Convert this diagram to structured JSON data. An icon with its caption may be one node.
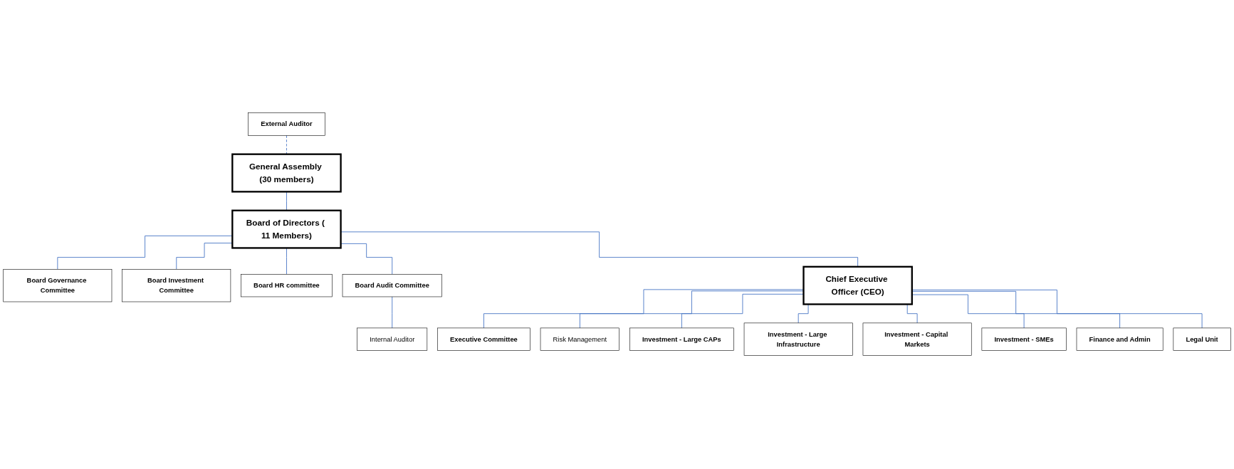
{
  "diagram": {
    "nodes": [
      {
        "text": [
          "General Assembly (30 members)"
        ]
      },
      {
        "text": [
          "External Auditor"
        ]
      },
      {
        "text": [
          "Board of Directors ( 11 Members)"
        ]
      },
      {
        "text": [
          "Board Governance Committee"
        ]
      },
      {
        "text": [
          "Board Investment Committee"
        ]
      },
      {
        "text": [
          "Board HR committee"
        ]
      },
      {
        "text": [
          "Board Audit Committee"
        ]
      },
      {
        "text": [
          "Chief Executive Officer (CEO)"
        ]
      },
      {
        "text": [
          "Internal Auditor"
        ]
      },
      {
        "text": [
          "Executive Committee"
        ]
      },
      {
        "text": [
          "Risk Management"
        ]
      },
      {
        "text": [
          "Investment - Large CAPs"
        ]
      },
      {
        "text": [
          "Investment - Large Infrastructure"
        ]
      },
      {
        "text": [
          "Investment - Capital Markets"
        ]
      },
      {
        "text": [
          "Investment - SMEs"
        ]
      },
      {
        "text": [
          "Finance and Admin"
        ]
      },
      {
        "text": [
          "Legal Unit"
        ]
      }
    ],
    "edges": [
      {
        "from": 0,
        "to": 2,
        "arrow": "none"
      },
      {
        "from": 1,
        "to": 0,
        "arrow": "none",
        "style": "dashed"
      },
      {
        "from": 2,
        "to": 3,
        "arrow": "none"
      },
      {
        "from": 2,
        "to": 4,
        "arrow": "none"
      },
      {
        "from": 2,
        "to": 5,
        "arrow": "none"
      },
      {
        "from": 2,
        "to": 6,
        "arrow": "none"
      },
      {
        "from": 2,
        "to": 7,
        "arrow": "none"
      },
      {
        "from": 6,
        "to": 8,
        "arrow": "none"
      },
      {
        "from": 7,
        "to": 9,
        "arrow": "none"
      },
      {
        "from": 7,
        "to": 10,
        "arrow": "none"
      },
      {
        "from": 7,
        "to": 11,
        "arrow": "none"
      },
      {
        "from": 7,
        "to": 12,
        "arrow": "none"
      },
      {
        "from": 7,
        "to": 13,
        "arrow": "none"
      },
      {
        "from": 7,
        "to": 14,
        "arrow": "none"
      },
      {
        "from": 7,
        "to": 15,
        "arrow": "none"
      },
      {
        "from": 7,
        "to": 16,
        "arrow": "none"
      }
    ]
  }
}
